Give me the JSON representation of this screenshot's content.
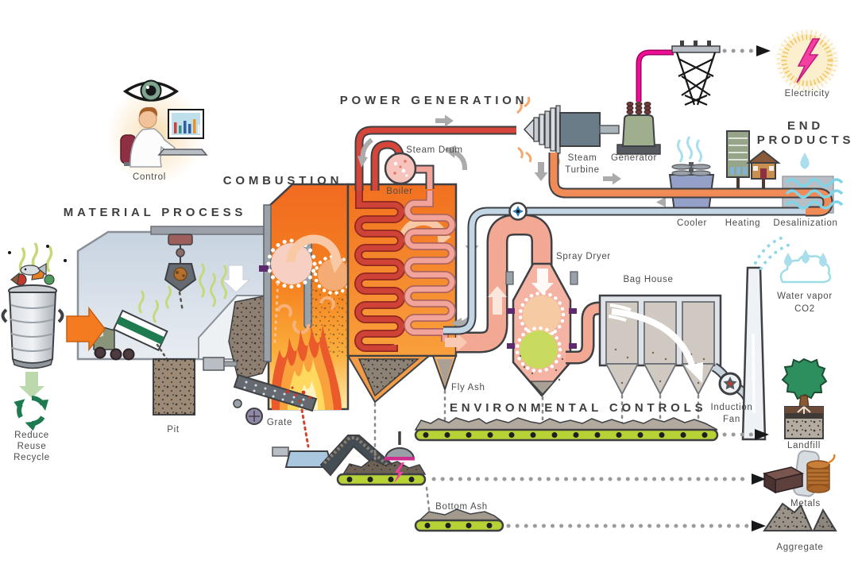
{
  "diagram": "waste-to-energy plant process",
  "sections": {
    "material_process": "MATERIAL PROCESS",
    "combustion": "COMBUSTION",
    "power_generation": "POWER GENERATION",
    "environmental_controls": "ENVIRONMENTAL CONTROLS",
    "end_products_line1": "END",
    "end_products_line2": "PRODUCTS"
  },
  "labels": {
    "control": "Control",
    "steam_drum": "Steam Drum",
    "boiler": "Boiler",
    "steam_turbine_line1": "Steam",
    "steam_turbine_line2": "Turbine",
    "generator": "Generator",
    "electricity": "Electricity",
    "cooler": "Cooler",
    "heating": "Heating",
    "desalinization": "Desalinization",
    "spray_dryer": "Spray Dryer",
    "bag_house": "Bag House",
    "water_vapor_line1": "Water vapor",
    "water_vapor_line2": "CO2",
    "fly_ash": "Fly Ash",
    "induction_fan_line1": "Induction",
    "induction_fan_line2": "Fan",
    "landfill": "Landfill",
    "metals": "Metals",
    "aggregate": "Aggregate",
    "bottom_ash": "Bottom Ash",
    "pit": "Pit",
    "grate": "Grate",
    "reduce": "Reduce",
    "reuse": "Reuse",
    "recycle": "Recycle"
  },
  "icons": {
    "eye": "supervision-eye-icon",
    "recycle": "recycling-arrows-icon",
    "lightning": "electricity-bolt-icon",
    "cloud": "water-vapor-cloud-icon"
  },
  "colors": {
    "furnace_orange": "#F58220",
    "flame_yellow": "#FFD95E",
    "steam_red": "#D6453A",
    "feedwater_blue": "#C2D6E6",
    "flue_salmon": "#F3A893",
    "conveyor_green": "#B7D235",
    "power_magenta": "#EF0F96",
    "lightning_pink": "#F43FA3",
    "label_gray": "#4C4C4C"
  }
}
